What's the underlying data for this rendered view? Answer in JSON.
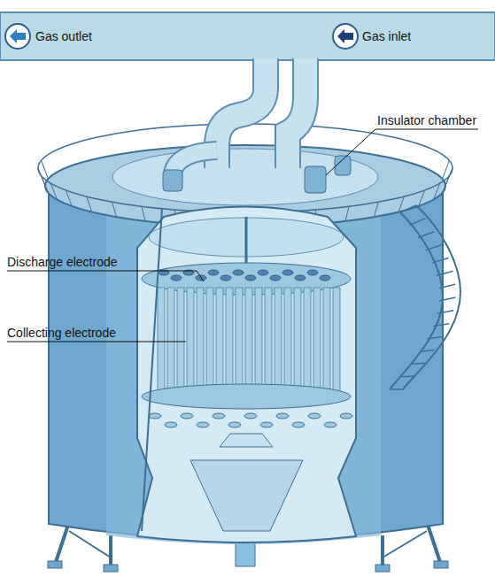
{
  "diagram": {
    "labels": [
      "Gas outlet",
      "Gas inlet",
      "Insulator chamber",
      "Discharge electrode",
      "Collecting electrode"
    ]
  }
}
